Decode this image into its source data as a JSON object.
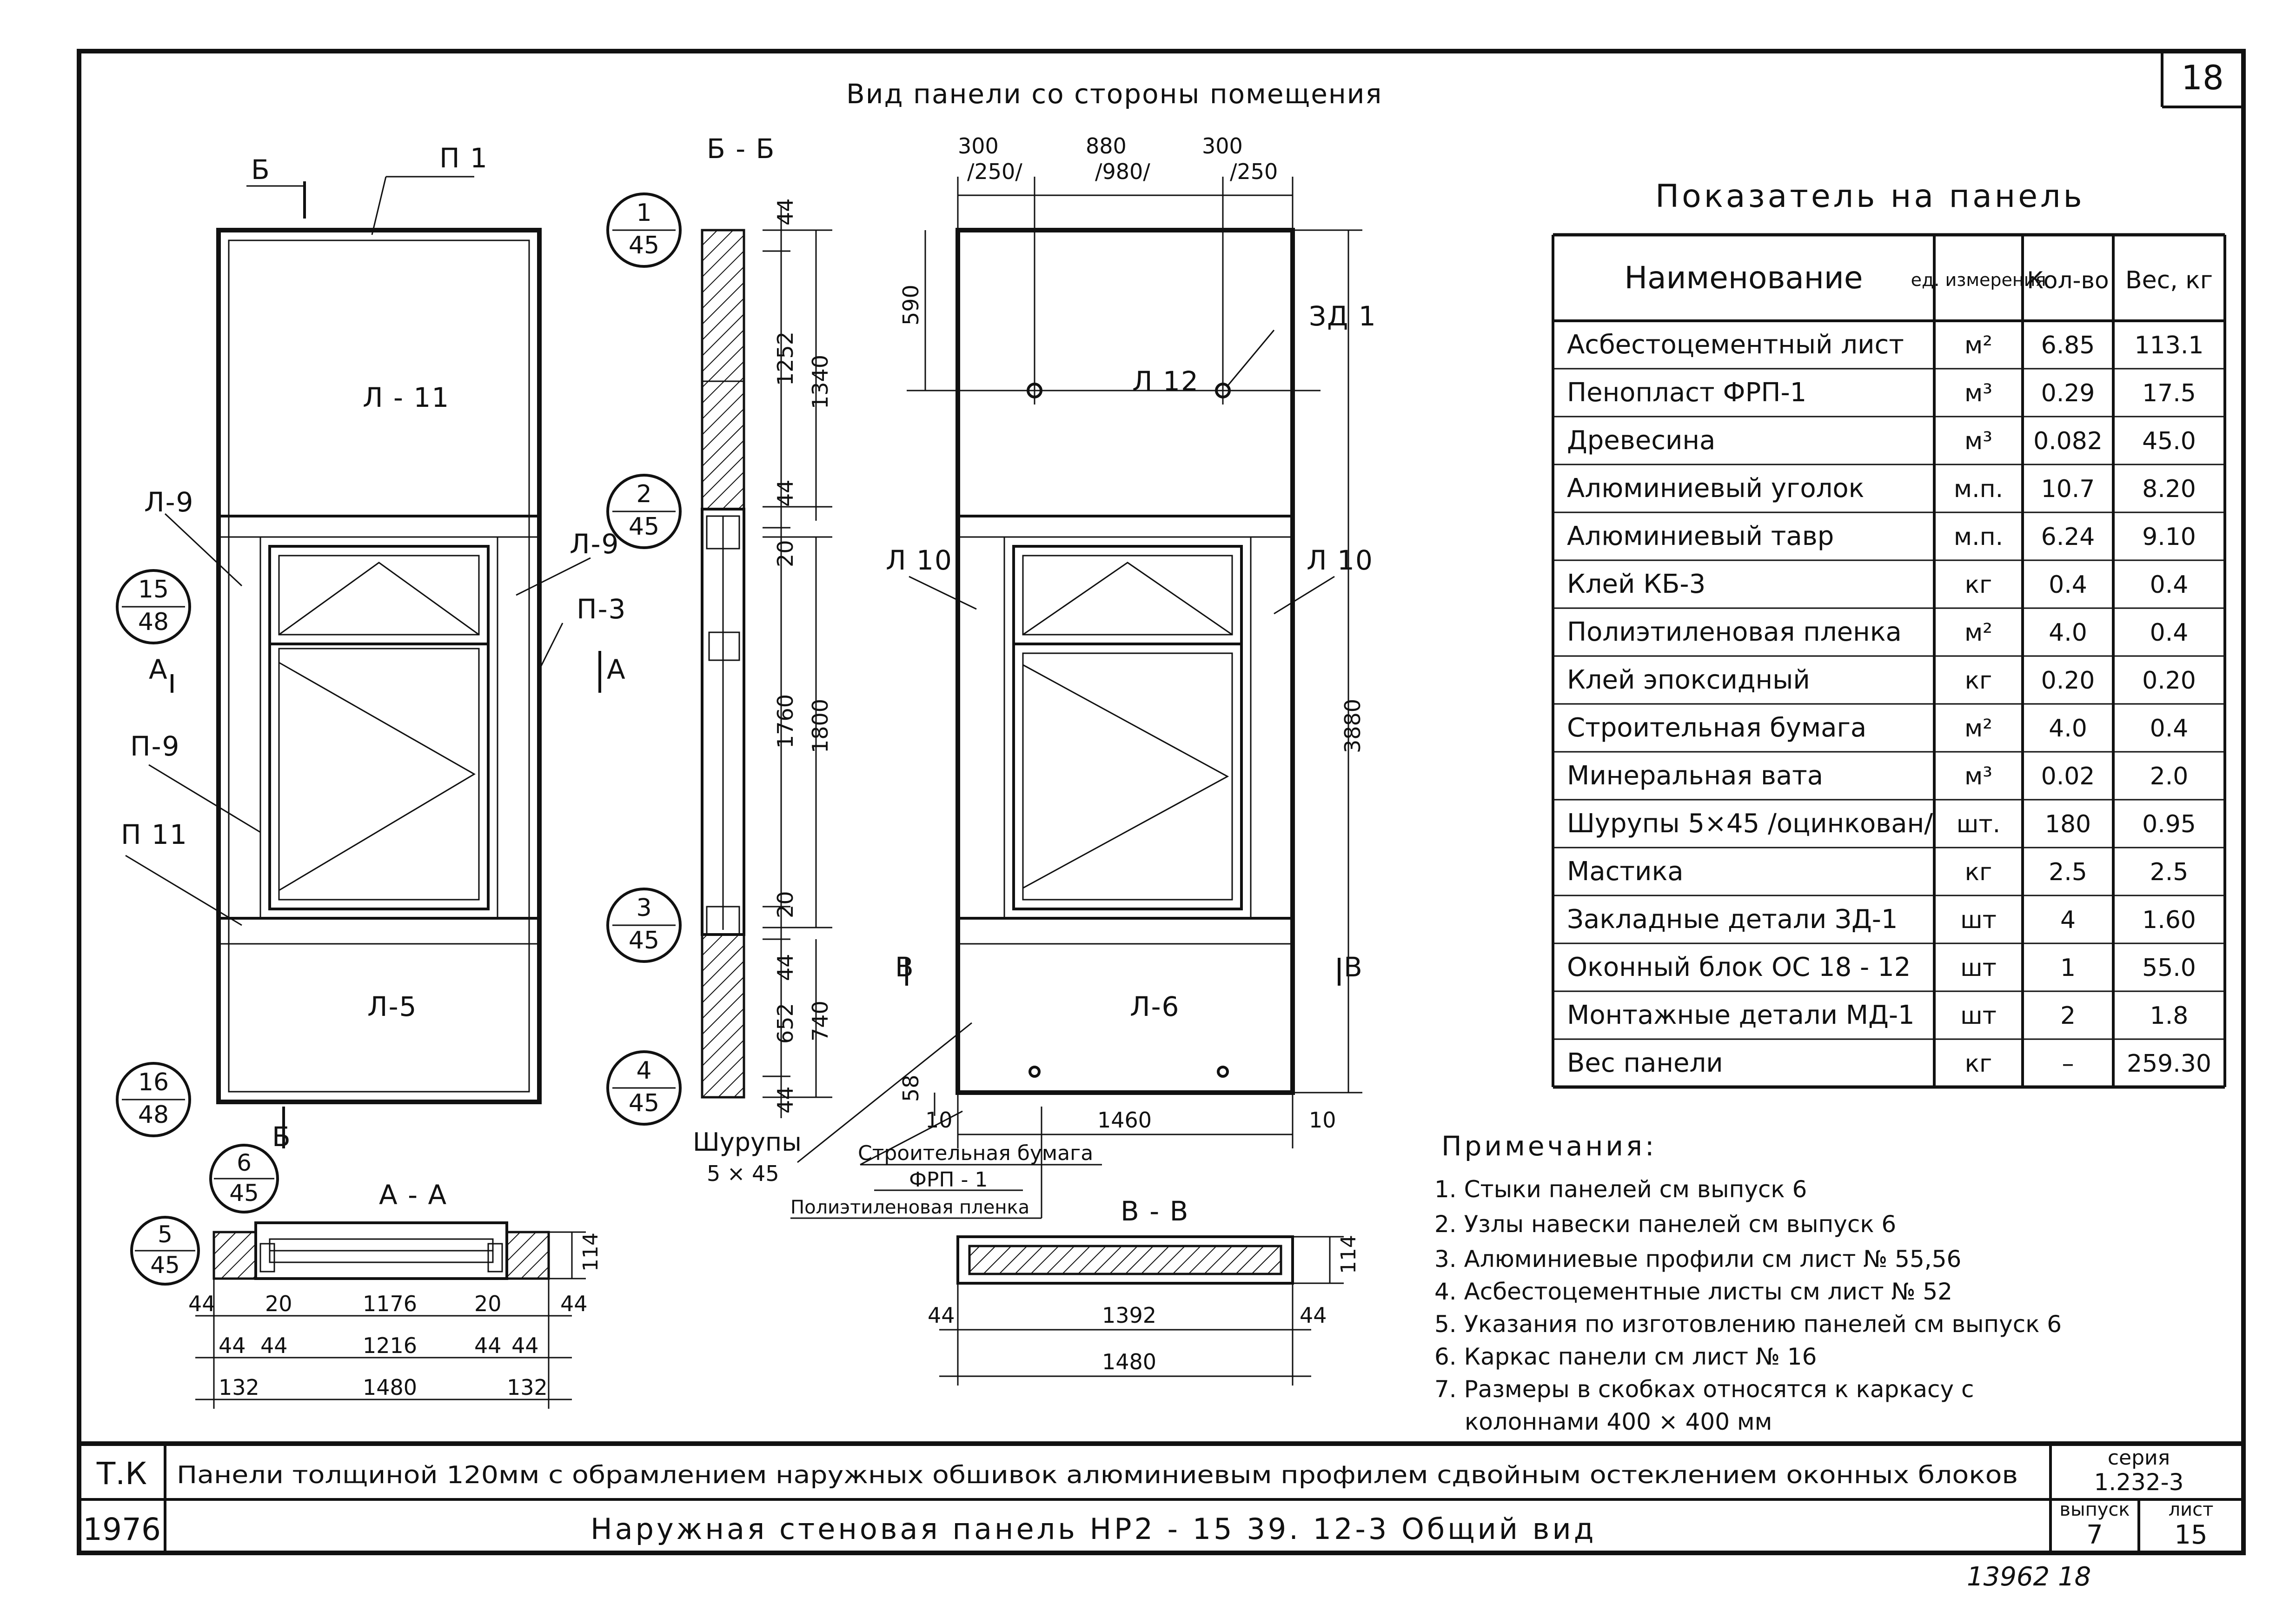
{
  "sheet": {
    "title": "Вид панели со стороны помещения",
    "sheet_number": "18",
    "corner_left_top": "Т.К",
    "corner_left_bottom": "1976",
    "stamp_title_1": "Панели толщиной 120мм с обрамлением наружных обшивок алюминиевым профилем сдвойным остеклением оконных блоков",
    "stamp_title_2": "Наружная стеновая панель НР2 - 15 39. 12-3 Общий вид",
    "series_label": "серия",
    "series_value": "1.232-3",
    "issue_label": "выпуск",
    "issue_value": "7",
    "list_label": "лист",
    "list_value": "15",
    "handwritten": "13962  18"
  },
  "views": {
    "left": {
      "cut_mark": "Б",
      "cut_mark_bottom": "Б",
      "labels": [
        "П 1",
        "Л - 11",
        "Л-9",
        "Л-9",
        "П-3",
        "П-9",
        "П 11",
        "Л-5",
        "А",
        "А"
      ],
      "bubbles": [
        {
          "top": "15",
          "bottom": "48"
        },
        {
          "top": "16",
          "bottom": "48"
        },
        {
          "top": "6",
          "bottom": "45"
        }
      ]
    },
    "section_bb": {
      "title": "Б - Б",
      "dims": [
        "44",
        "1252",
        "1340",
        "44",
        "20",
        "1760",
        "1800",
        "20",
        "44",
        "652",
        "740",
        "44"
      ],
      "bubbles": [
        {
          "top": "1",
          "bottom": "45"
        },
        {
          "top": "2",
          "bottom": "45"
        },
        {
          "top": "3",
          "bottom": "45"
        },
        {
          "top": "4",
          "bottom": "45"
        }
      ]
    },
    "right": {
      "top_dims": [
        "300",
        "/250/",
        "880",
        "/980/",
        "300",
        "/250"
      ],
      "labels": [
        "Л 12",
        "ЗД 1",
        "Л 10",
        "Л 10",
        "В",
        "В",
        "Л-6"
      ],
      "dims": [
        "590",
        "3880",
        "1460",
        "10",
        "10",
        "58"
      ],
      "callouts": [
        "Шурупы",
        "5 × 45",
        "Строительная бумага",
        "ФРП - 1",
        "Полиэтиленовая пленка"
      ]
    },
    "section_aa": {
      "title": "А - А",
      "bubble": {
        "top": "5",
        "bottom": "45"
      },
      "dims_row1": [
        "44",
        "20",
        "1176",
        "20",
        "44"
      ],
      "dims_row2": [
        "44",
        "44",
        "1216",
        "44",
        "44"
      ],
      "dims_row3": [
        "132",
        "1480",
        "132"
      ],
      "height": "114"
    },
    "section_vv": {
      "title": "В - В",
      "dims_row1": [
        "44",
        "1392",
        "44"
      ],
      "dims_row2": [
        "1480"
      ],
      "height": "114"
    }
  },
  "table": {
    "title": "Показатель на панель",
    "headers": [
      "Наименование",
      "ед. измерения",
      "Кол-во",
      "Вес, кг"
    ],
    "rows": [
      [
        "Асбестоцементный лист",
        "м²",
        "6.85",
        "113.1"
      ],
      [
        "Пенопласт ФРП-1",
        "м³",
        "0.29",
        "17.5"
      ],
      [
        "Древесина",
        "м³",
        "0.082",
        "45.0"
      ],
      [
        "Алюминиевый уголок",
        "м.п.",
        "10.7",
        "8.20"
      ],
      [
        "Алюминиевый тавр",
        "м.п.",
        "6.24",
        "9.10"
      ],
      [
        "Клей КБ-3",
        "кг",
        "0.4",
        "0.4"
      ],
      [
        "Полиэтиленовая пленка",
        "м²",
        "4.0",
        "0.4"
      ],
      [
        "Клей эпоксидный",
        "кг",
        "0.20",
        "0.20"
      ],
      [
        "Строительная бумага",
        "м²",
        "4.0",
        "0.4"
      ],
      [
        "Минеральная вата",
        "м³",
        "0.02",
        "2.0"
      ],
      [
        "Шурупы 5×45 /оцинкован/",
        "шт.",
        "180",
        "0.95"
      ],
      [
        "Мастика",
        "кг",
        "2.5",
        "2.5"
      ],
      [
        "Закладные детали ЗД-1",
        "шт",
        "4",
        "1.60"
      ],
      [
        "Оконный блок ОС 18 - 12",
        "шт",
        "1",
        "55.0"
      ],
      [
        "Монтажные детали МД-1",
        "шт",
        "2",
        "1.8"
      ],
      [
        "Вес панели",
        "кг",
        "–",
        "259.30"
      ]
    ]
  },
  "notes": {
    "title": "Примечания:",
    "items": [
      "1. Стыки панелей см выпуск 6",
      "2. Узлы навески панелей см выпуск 6",
      "3. Алюминиевые профили см лист № 55,56",
      "4. Асбестоцементные листы см лист № 52",
      "5. Указания по изготовлению панелей см выпуск 6",
      "6. Каркас панели см лист № 16",
      "7. Размеры в скобках относятся к каркасу с",
      "колоннами 400 × 400 мм"
    ]
  }
}
